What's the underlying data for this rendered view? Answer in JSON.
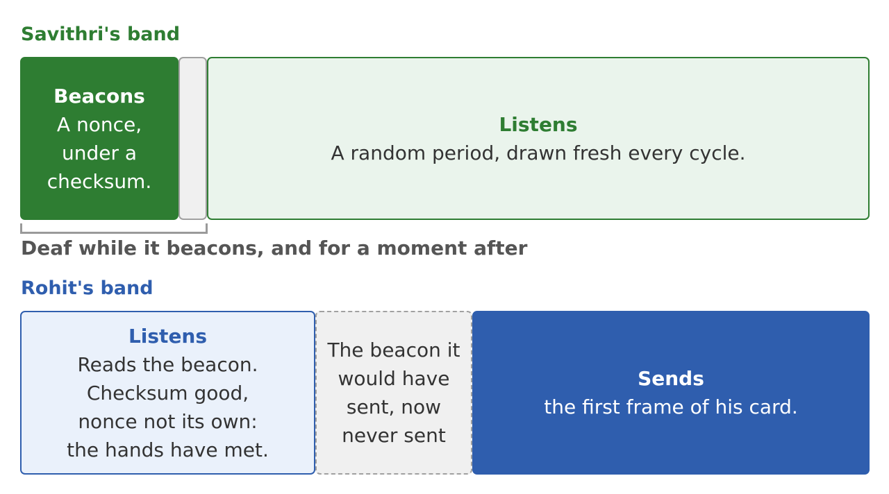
{
  "colors": {
    "green": "#2e7d32",
    "green_light": "#eaf4ec",
    "blue": "#2f5eae",
    "blue_light": "#eaf1fb",
    "gray_fill": "#f0f0f0",
    "gray_border": "#a0a0a0",
    "note_text": "#555555"
  },
  "savithri": {
    "title": "Savithri's band",
    "beacons": {
      "heading": "Beacons",
      "text": "A nonce,\nunder a\nchecksum."
    },
    "listens": {
      "heading": "Listens",
      "text": "A random period, drawn fresh every cycle."
    }
  },
  "deaf_note": "Deaf while it beacons, and for a moment after",
  "rohit": {
    "title": "Rohit's band",
    "listens": {
      "heading": "Listens",
      "text": "Reads the beacon.\nChecksum good,\nnonce not its own:\nthe hands have met."
    },
    "unsent": {
      "text": "The beacon it\nwould have\nsent, now\nnever sent"
    },
    "sends": {
      "heading": "Sends",
      "text": "the first frame of his card."
    }
  }
}
